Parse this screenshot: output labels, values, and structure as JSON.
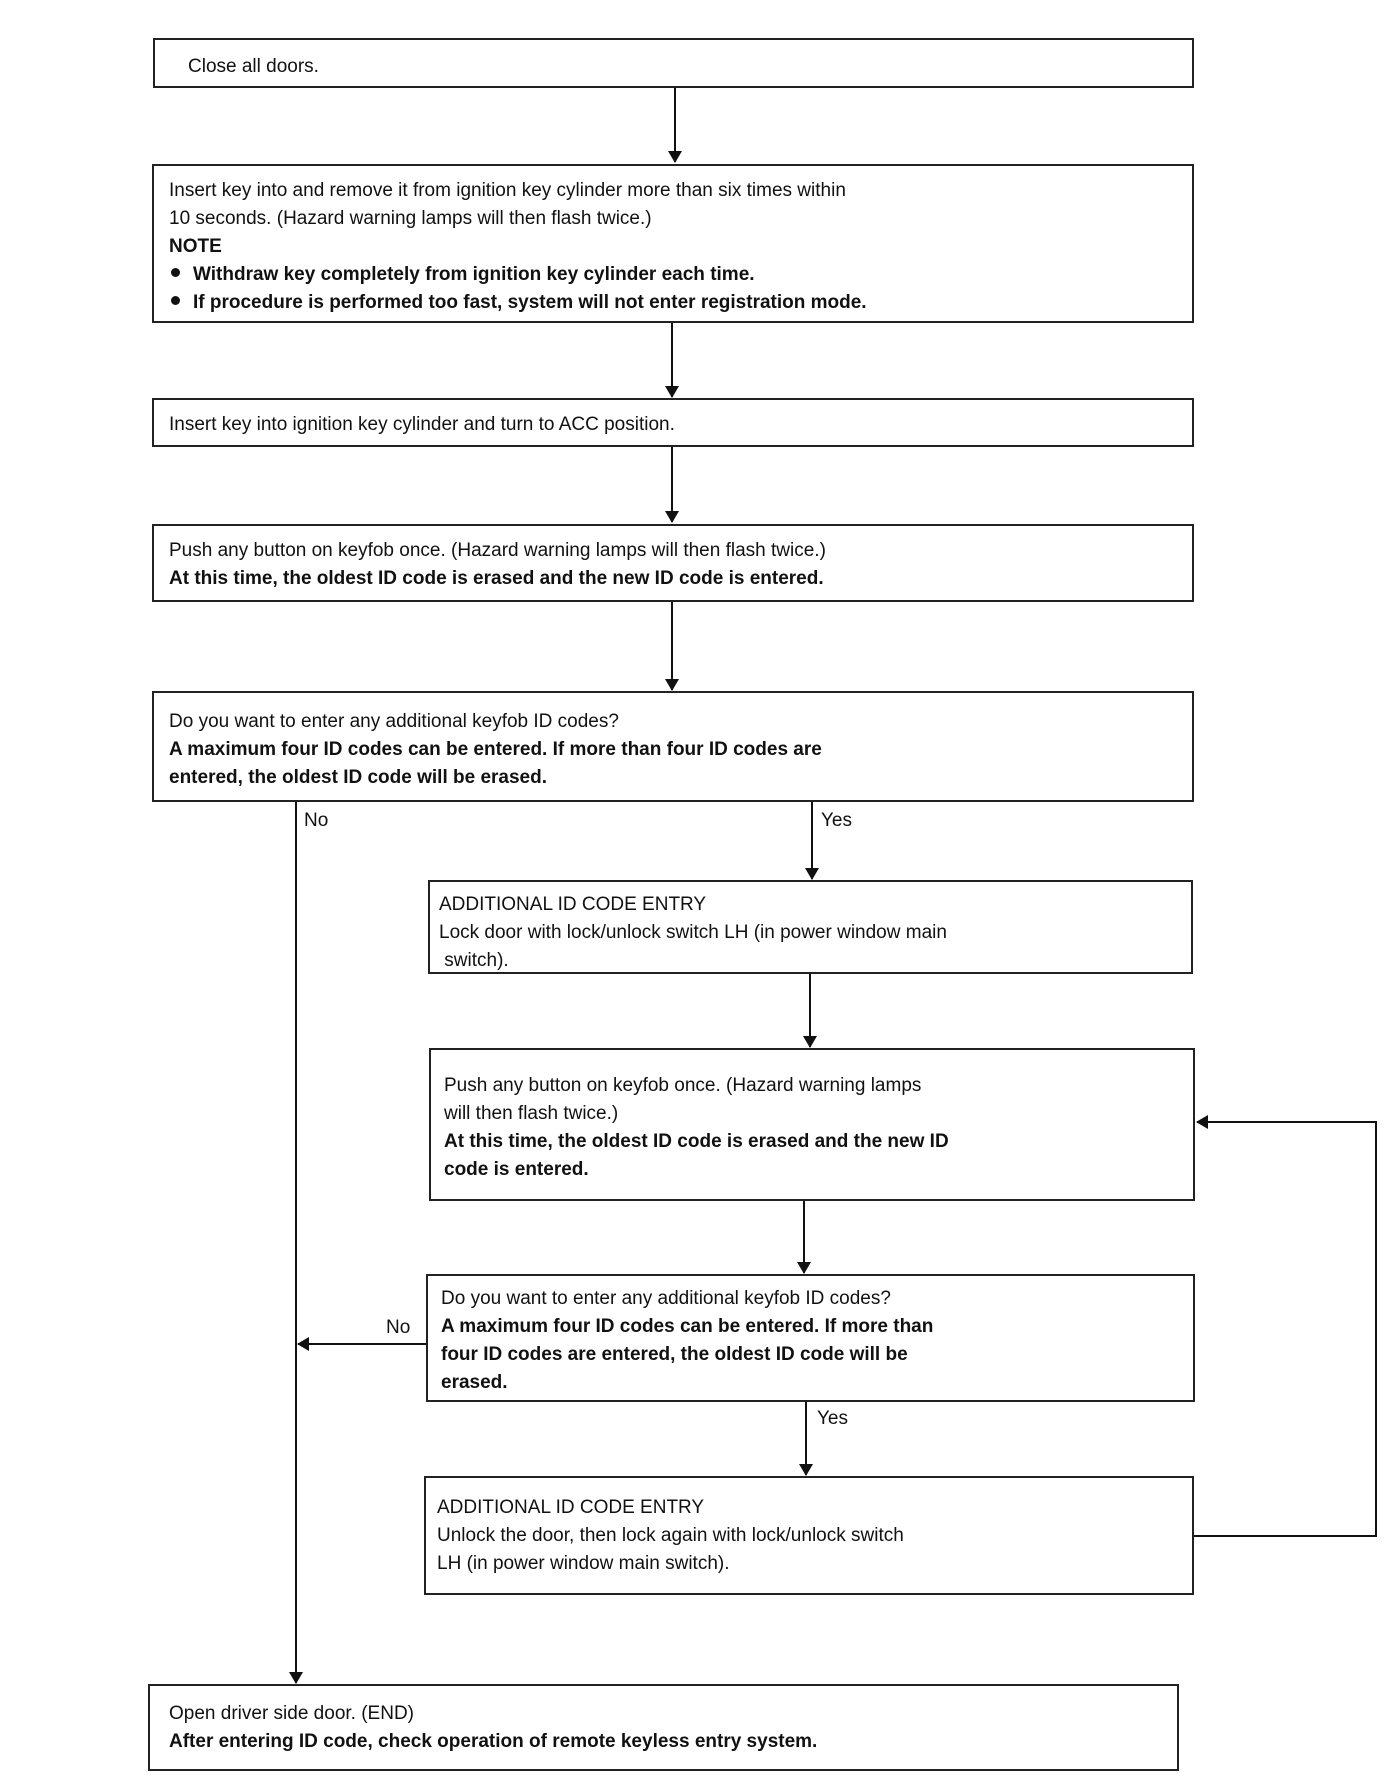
{
  "nodes": {
    "close_doors": {
      "lines": [
        {
          "text": "Close all doors.",
          "bold": false
        }
      ]
    },
    "insert_remove": {
      "lines": [
        {
          "text": "Insert key into and remove it from ignition key cylinder more than six times within",
          "bold": false
        },
        {
          "text": "10 seconds. (Hazard warning lamps will then flash twice.)",
          "bold": false
        },
        {
          "text": "NOTE",
          "bold": true
        }
      ],
      "bullets": [
        "Withdraw key completely from ignition key cylinder each time.",
        "If procedure is performed too fast, system will not enter registration mode."
      ]
    },
    "turn_acc": {
      "lines": [
        {
          "text": "Insert key into ignition key cylinder and turn to ACC position.",
          "bold": false
        }
      ]
    },
    "push_button_1": {
      "lines": [
        {
          "text": "Push any button on keyfob once. (Hazard warning lamps will then flash twice.)",
          "bold": false
        },
        {
          "text": "At this time, the oldest ID code is erased and the new ID code is entered.",
          "bold": true
        }
      ]
    },
    "question_1": {
      "lines": [
        {
          "text": "Do you want to enter any additional keyfob ID codes?",
          "bold": false
        },
        {
          "text": "A maximum four ID codes can be entered. If more than four ID codes are",
          "bold": true
        },
        {
          "text": "entered, the oldest ID code will be erased.",
          "bold": true
        }
      ]
    },
    "additional_entry_1": {
      "lines": [
        {
          "text": "ADDITIONAL ID CODE ENTRY",
          "bold": false
        },
        {
          "text": "Lock door with lock/unlock switch LH (in power window main",
          "bold": false
        },
        {
          "text": " switch).",
          "bold": false
        }
      ]
    },
    "push_button_2": {
      "lines": [
        {
          "text": "Push any button on keyfob once. (Hazard warning lamps",
          "bold": false
        },
        {
          "text": "will then flash twice.)",
          "bold": false
        },
        {
          "text": "At this time, the oldest ID code is erased and the new ID",
          "bold": true
        },
        {
          "text": "code is entered.",
          "bold": true
        }
      ]
    },
    "question_2": {
      "lines": [
        {
          "text": "Do you want to enter any additional keyfob ID codes?",
          "bold": false
        },
        {
          "text": "A maximum four ID codes can be entered. If more than",
          "bold": true
        },
        {
          "text": "four ID codes are entered, the oldest ID code will be",
          "bold": true
        },
        {
          "text": "erased.",
          "bold": true
        }
      ]
    },
    "additional_entry_2": {
      "lines": [
        {
          "text": "ADDITIONAL ID CODE ENTRY",
          "bold": false
        },
        {
          "text": "Unlock the door, then lock again with lock/unlock switch",
          "bold": false
        },
        {
          "text": "LH (in power window main switch).",
          "bold": false
        }
      ]
    },
    "end": {
      "lines": [
        {
          "text": "Open driver side door. (END)",
          "bold": false
        },
        {
          "text": "After entering ID code, check operation of remote keyless entry system.",
          "bold": true
        }
      ]
    }
  },
  "edge_labels": {
    "q1_no": "No",
    "q1_yes": "Yes",
    "q2_no": "No",
    "q2_yes": "Yes"
  }
}
